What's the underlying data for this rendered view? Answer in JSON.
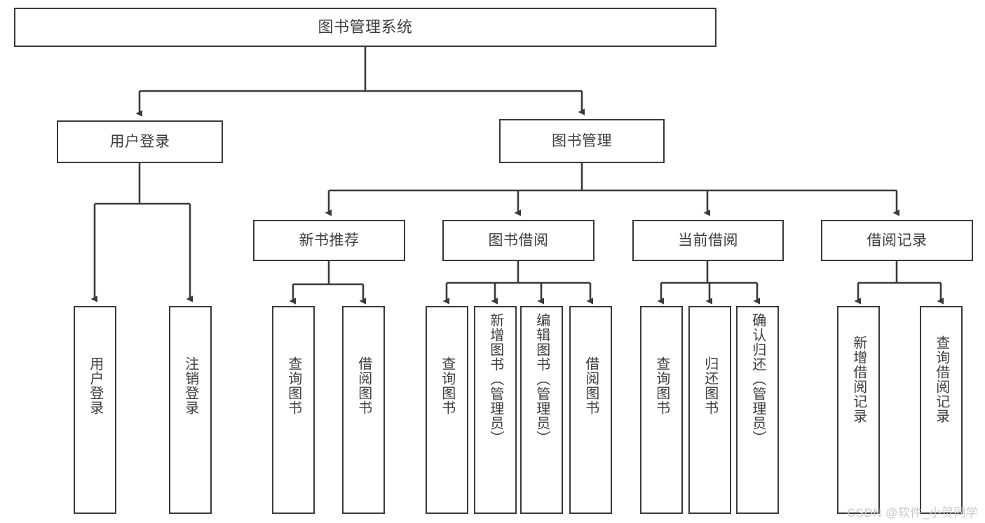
{
  "diagram": {
    "title": "图书管理系统",
    "type": "hierarchy-block-diagram",
    "line_color": "#3a3a3a",
    "node_fill": "#ffffff",
    "text_color": "#3d3d3d",
    "watermark": "CSDN @软件_小贺同学"
  },
  "nodes": {
    "root": {
      "label": "图书管理系统"
    },
    "level1": [
      {
        "id": "user-login",
        "label": "用户登录"
      },
      {
        "id": "book-manage",
        "label": "图书管理"
      }
    ],
    "level2": [
      {
        "id": "new-book-rec",
        "label": "新书推荐"
      },
      {
        "id": "book-borrow",
        "label": "图书借阅"
      },
      {
        "id": "current-borrow",
        "label": "当前借阅"
      },
      {
        "id": "borrow-record",
        "label": "借阅记录"
      }
    ],
    "leaves": {
      "user-login": [
        {
          "id": "leaf-user-login",
          "label": "用户登录"
        },
        {
          "id": "leaf-logout",
          "label": "注销登录"
        }
      ],
      "new-book-rec": [
        {
          "id": "leaf-query-book-1",
          "label": "查询图书"
        },
        {
          "id": "leaf-borrow-book-1",
          "label": "借阅图书"
        }
      ],
      "book-borrow": [
        {
          "id": "leaf-query-book-2",
          "label": "查询图书"
        },
        {
          "id": "leaf-add-book",
          "label": "新增图书（管理员）"
        },
        {
          "id": "leaf-edit-book",
          "label": "编辑图书（管理员）"
        },
        {
          "id": "leaf-borrow-book-2",
          "label": "借阅图书"
        }
      ],
      "current-borrow": [
        {
          "id": "leaf-query-book-3",
          "label": "查询图书"
        },
        {
          "id": "leaf-return-book",
          "label": "归还图书"
        },
        {
          "id": "leaf-confirm-return",
          "label": "确认归还（管理员）"
        }
      ],
      "borrow-record": [
        {
          "id": "leaf-add-record",
          "label": "新增借阅记录"
        },
        {
          "id": "leaf-query-record",
          "label": "查询借阅记录"
        }
      ]
    }
  }
}
